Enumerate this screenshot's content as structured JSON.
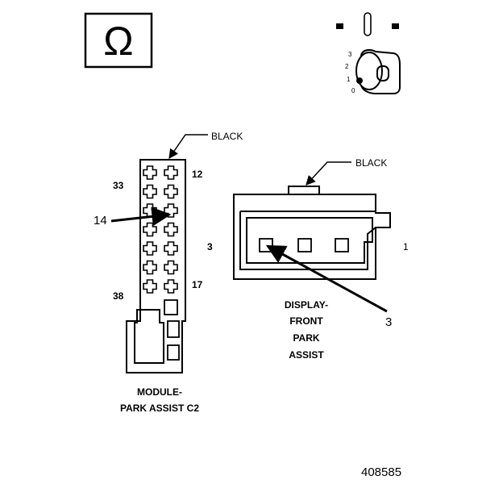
{
  "symbol_box": {
    "glyph": "Ω"
  },
  "key_indicator": {
    "positions": [
      "3",
      "2",
      "1",
      "0"
    ]
  },
  "module_connector": {
    "color_label": "BLACK",
    "pin_labels": {
      "top_right": "12",
      "top_left": "33",
      "middle_right": "3",
      "lower_right": "17",
      "lower_left": "38"
    },
    "callout": "14",
    "caption_line1": "MODULE-",
    "caption_line2": "PARK ASSIST C2"
  },
  "display_connector": {
    "color_label": "BLACK",
    "pin_label_right": "1",
    "callout": "3",
    "caption_lines": [
      "DISPLAY-",
      "FRONT",
      "PARK",
      "ASSIST"
    ]
  },
  "figure_number": "408585"
}
